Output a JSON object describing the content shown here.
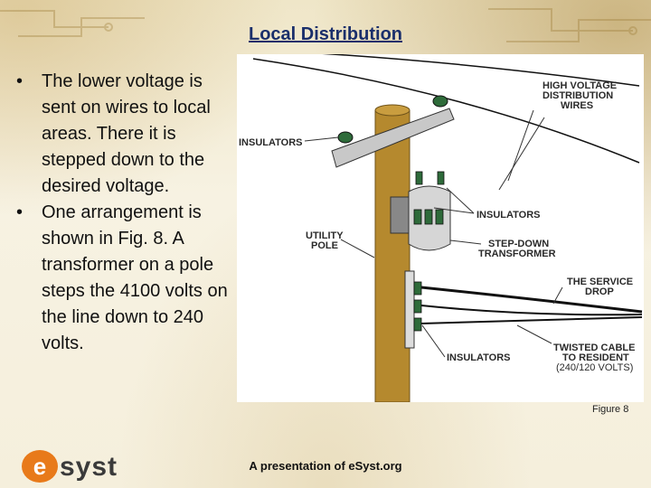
{
  "slide": {
    "title": "Local Distribution",
    "bullets": [
      "The lower voltage is sent on wires to local areas.  There it is stepped down to the desired voltage.",
      "One arrangement is shown in Fig. 8.  A transformer on a pole steps the 4100 volts on the line down to 240 volts."
    ],
    "figure_caption": "Figure 8",
    "footer": "A presentation of eSyst.org",
    "logo_text": "esyst"
  },
  "figure": {
    "labels": {
      "high_voltage": [
        "HIGH VOLTAGE",
        "DISTRIBUTION",
        "WIRES"
      ],
      "insulators_top": "INSULATORS",
      "insulators_mid": "INSULATORS",
      "insulators_bottom": "INSULATORS",
      "utility_pole": [
        "UTILITY",
        "POLE"
      ],
      "step_down": [
        "STEP-DOWN",
        "TRANSFORMER"
      ],
      "service_drop": [
        "THE SERVICE",
        "DROP"
      ],
      "twisted_cable": [
        "TWISTED CABLE",
        "TO RESIDENT"
      ],
      "volts": "(240/120 VOLTS)"
    }
  },
  "colors": {
    "title": "#1a2f6b",
    "pole": "#b5892e",
    "logo_orange": "#e87a1a",
    "logo_dark": "#3a3a3a"
  }
}
